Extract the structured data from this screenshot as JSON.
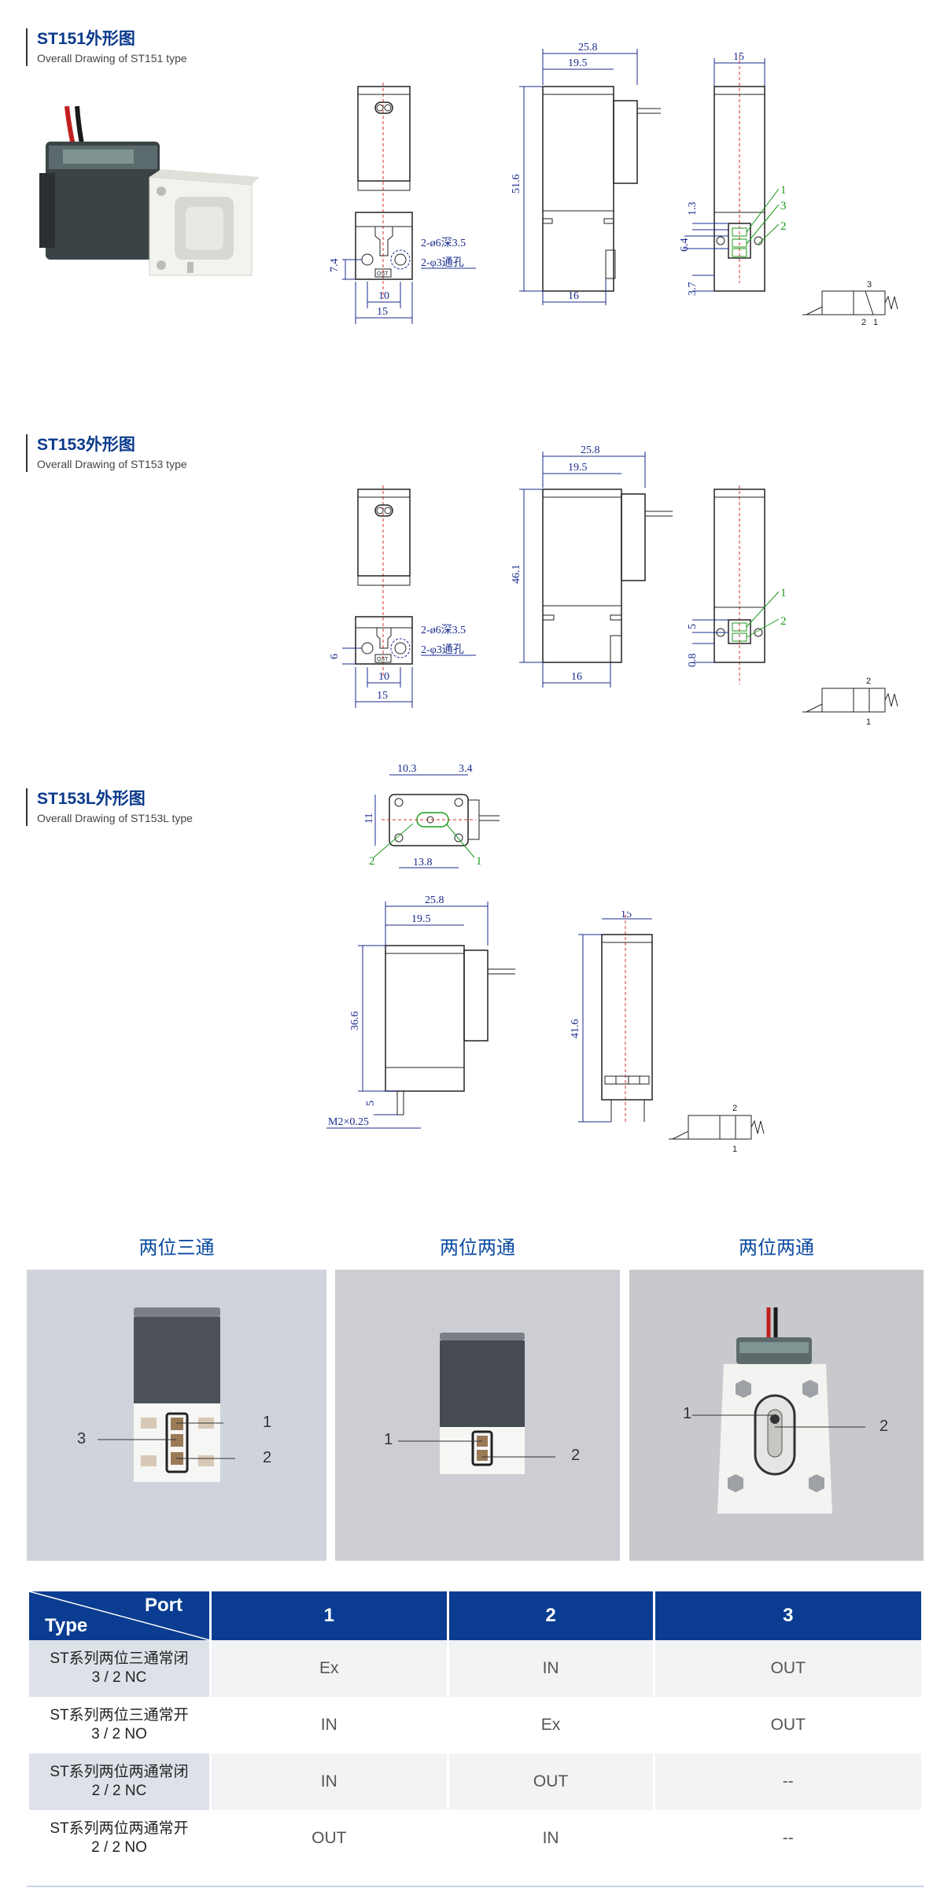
{
  "sections": [
    {
      "title": "ST151外形图",
      "subtitle": "Overall Drawing of ST151 type"
    },
    {
      "title": "ST153外形图",
      "subtitle": "Overall Drawing of ST153 type"
    },
    {
      "title": "ST153L外形图",
      "subtitle": "Overall Drawing of ST153L type"
    }
  ],
  "st151_dims": {
    "d_7_4": "7.4",
    "d_10": "10",
    "d_15": "15",
    "hole_a": "2-ø6深3.5",
    "hole_b": "2-φ3通孔",
    "d_25_8": "25.8",
    "d_19_5": "19.5",
    "d_51_6": "51.6",
    "d_16": "16",
    "side_15": "15",
    "d_1_3": "1.3",
    "d_6_4": "6.4",
    "d_3_7": "3.7",
    "port_1": "1",
    "port_3": "3",
    "port_2": "2",
    "sym_3": "3",
    "sym_2": "2",
    "sym_1": "1",
    "logo": "OST"
  },
  "st153_dims": {
    "d_6": "6",
    "d_10": "10",
    "d_15": "15",
    "hole_a": "2-ø6深3.5",
    "hole_b": "2-φ3通孔",
    "d_25_8": "25.8",
    "d_19_5": "19.5",
    "d_46_1": "46.1",
    "d_16": "16",
    "d_5": "5",
    "d_0_8": "0.8",
    "port_1": "1",
    "port_2": "2",
    "sym_2": "2",
    "sym_1": "1",
    "logo": "OST"
  },
  "st153l_dims": {
    "d_10_3": "10.3",
    "d_3_4": "3.4",
    "d_11": "11",
    "d_13_8": "13.8",
    "port_2": "2",
    "port_1": "1",
    "d_25_8": "25.8",
    "d_19_5": "19.5",
    "d_36_6": "36.6",
    "d_5": "5",
    "thread": "M2×0.25",
    "side_15": "15",
    "d_41_6": "41.6",
    "sym_2": "2",
    "sym_1": "1"
  },
  "photos": [
    {
      "caption": "两位三通",
      "labels": [
        "1",
        "3",
        "2"
      ]
    },
    {
      "caption": "两位两通",
      "labels": [
        "1",
        "2"
      ]
    },
    {
      "caption": "两位两通",
      "labels": [
        "1",
        "2"
      ]
    }
  ],
  "table": {
    "corner_port": "Port",
    "corner_type": "Type",
    "headers": [
      "1",
      "2",
      "3"
    ],
    "rows": [
      {
        "type_line1": "ST系列两位三通常闭",
        "type_line2": "3 / 2 NC",
        "cells": [
          "Ex",
          "IN",
          "OUT"
        ]
      },
      {
        "type_line1": "ST系列两位三通常开",
        "type_line2": "3 / 2 NO",
        "cells": [
          "IN",
          "Ex",
          "OUT"
        ]
      },
      {
        "type_line1": "ST系列两位两通常闭",
        "type_line2": "2 / 2 NC",
        "cells": [
          "IN",
          "OUT",
          "--"
        ]
      },
      {
        "type_line1": "ST系列两位两通常开",
        "type_line2": "2 / 2 NO",
        "cells": [
          "OUT",
          "IN",
          "--"
        ]
      }
    ]
  },
  "colors": {
    "title_blue": "#0b3a8c",
    "header_blue": "#0a3d91",
    "dim_blue": "#1a2b8c",
    "dim_green": "#1a9a1a",
    "center_red": "#d63030"
  }
}
